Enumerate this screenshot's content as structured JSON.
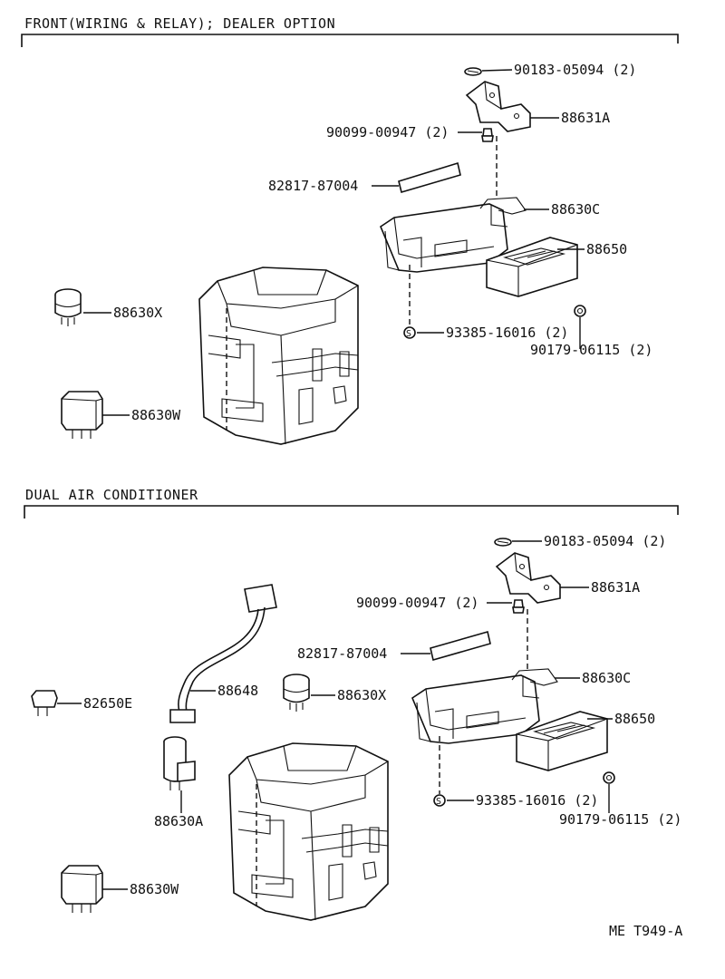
{
  "sections": {
    "front": {
      "title": "FRONT(WIRING & RELAY); DEALER OPTION",
      "labels": {
        "p90183": "90183-05094 (2)",
        "p88631a": "88631A",
        "p90099": "90099-00947 (2)",
        "p82817": "82817-87004",
        "p88630c": "88630C",
        "p88650": "88650",
        "p88630x": "88630X",
        "p93385": "93385-16016 (2)",
        "p90179": "90179-06115 (2)",
        "p88630w": "88630W"
      }
    },
    "dual": {
      "title": "DUAL AIR CONDITIONER",
      "labels": {
        "p90183": "90183-05094 (2)",
        "p88631a": "88631A",
        "p90099": "90099-00947 (2)",
        "p82817": "82817-87004",
        "p88630c": "88630C",
        "p88648": "88648",
        "p88630x": "88630X",
        "p88650": "88650",
        "p82650e": "82650E",
        "p93385": "93385-16016 (2)",
        "p90179": "90179-06115 (2)",
        "p88630a": "88630A",
        "p88630w": "88630W"
      }
    }
  },
  "footer": {
    "code": "ME T949-A"
  }
}
